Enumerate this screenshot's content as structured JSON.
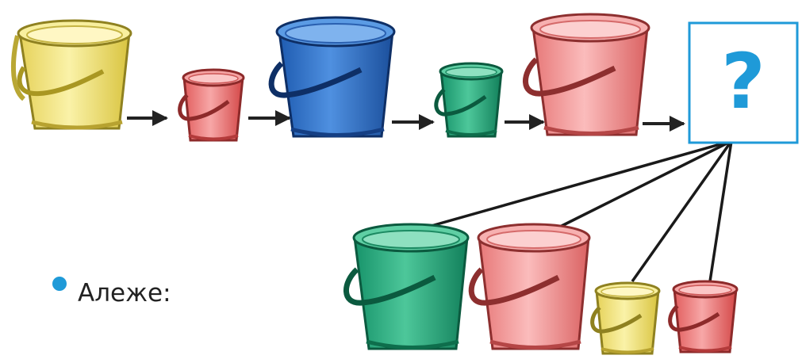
{
  "question_mark": "?",
  "choose_label": "Алеже:",
  "colors": {
    "yellow": "#f2e272",
    "red": "#ee7f7f",
    "blue": "#2a6fc6",
    "green": "#2faf80",
    "pink": "#f09a9a",
    "accent": "#1f9ad8"
  },
  "sequence": [
    "yellow-large",
    "red-small",
    "blue-large",
    "green-small",
    "pink-large",
    "unknown"
  ],
  "options": [
    "green-large",
    "pink-large",
    "yellow-small",
    "red-small"
  ]
}
